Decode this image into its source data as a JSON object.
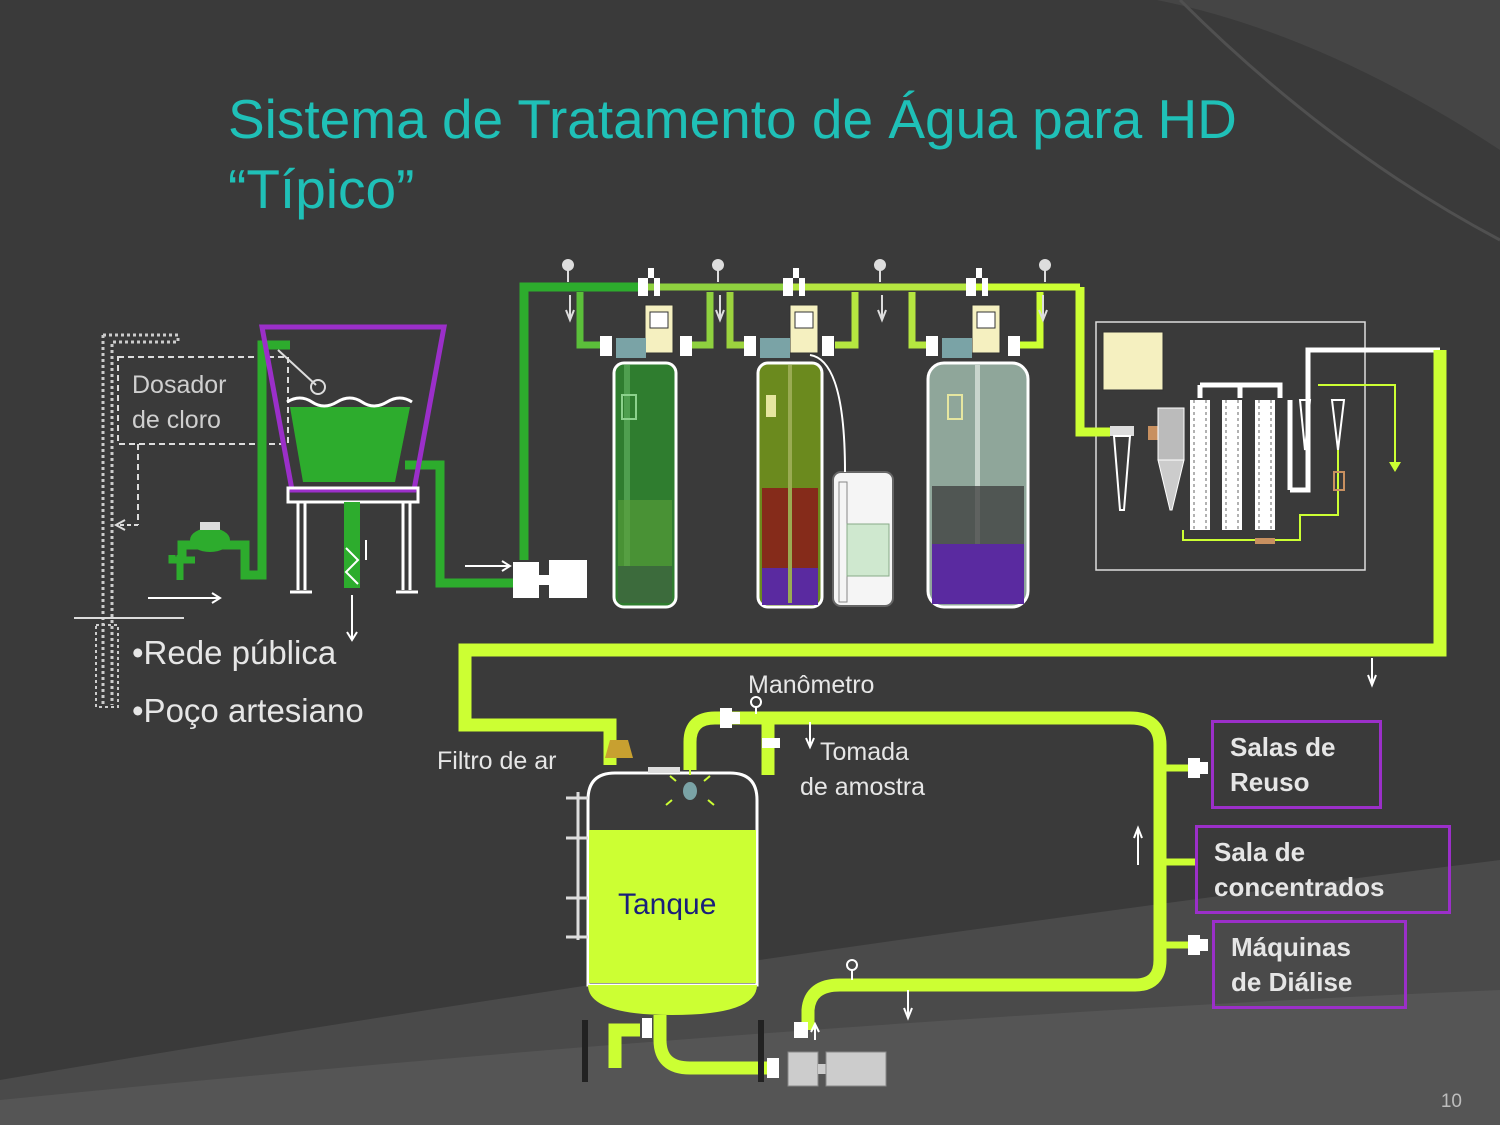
{
  "title": {
    "line1": "Sistema de Tratamento de Água para HD",
    "line2": "“Típico”"
  },
  "labels": {
    "dosador_line1": "Dosador",
    "dosador_line2": "de cloro",
    "rede_publica": "•Rede pública",
    "poco_artesiano": "•Poço artesiano",
    "manometro": "Manômetro",
    "tomada_line1": "Tomada",
    "tomada_line2": "de amostra",
    "filtro_ar": "Filtro de ar",
    "tanque": "Tanque"
  },
  "destinations": {
    "reuso_line1": "Salas de",
    "reuso_line2": "Reuso",
    "concentrados_line1": "Sala de",
    "concentrados_line2": "concentrados",
    "maquinas_line1": "Máquinas",
    "maquinas_line2": "de Diálise"
  },
  "page_number": "10",
  "colors": {
    "background": "#3a3a3a",
    "title": "#1fc0b7",
    "pipe_dark_green": "#2dac2d",
    "pipe_lime": "#ccff33",
    "frame_purple": "#9b2fc9",
    "resin_purple": "#6b2fb4",
    "carbon_red": "#a01818"
  }
}
